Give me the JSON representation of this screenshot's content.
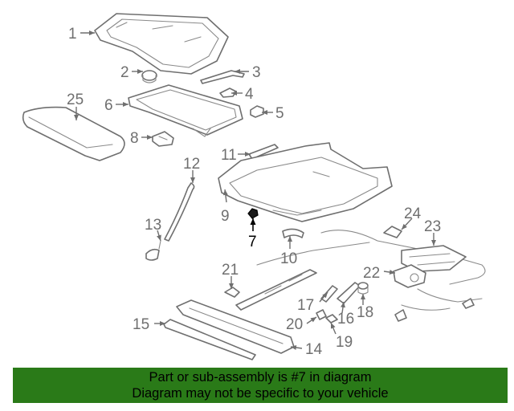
{
  "diagram": {
    "highlighted_part": "7",
    "callouts": [
      "1",
      "2",
      "3",
      "4",
      "5",
      "6",
      "7",
      "8",
      "9",
      "10",
      "11",
      "12",
      "13",
      "14",
      "15",
      "16",
      "17",
      "18",
      "19",
      "20",
      "21",
      "22",
      "23",
      "24",
      "25"
    ]
  },
  "banner": {
    "line1": "Part or sub-assembly is #7 in diagram",
    "line2": "Diagram may not be specific to your vehicle",
    "color": "#2a7a18"
  },
  "colors": {
    "line": "#6f6f6f",
    "highlight": "#000000"
  }
}
